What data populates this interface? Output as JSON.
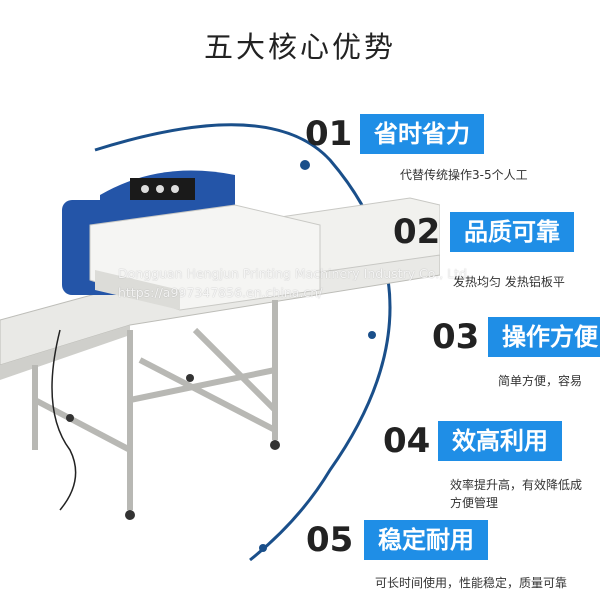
{
  "header": {
    "title": "五大核心优势"
  },
  "features": [
    {
      "number": "01",
      "title": "省时省力",
      "desc": [
        "代替传统操作3-5个人工"
      ]
    },
    {
      "number": "02",
      "title": "品质可靠",
      "desc": [
        "发热均匀  发热铝板平"
      ]
    },
    {
      "number": "03",
      "title": "操作方便",
      "desc": [
        "简单方便，容易"
      ]
    },
    {
      "number": "04",
      "title": "效高利用",
      "desc": [
        "效率提升高，有效降低成",
        "方便管理"
      ]
    },
    {
      "number": "05",
      "title": "稳定耐用",
      "desc": [
        "可长时间使用，性能稳定，质量可靠"
      ]
    }
  ],
  "watermark": {
    "line1": "Dongguan Hengjun Printing Machinery Industry Co., Ltd.",
    "line2": "https://a997347856.en.china.cn/"
  },
  "colors": {
    "accent": "#1f8ee6",
    "arc": "#1a4f8a",
    "machine_blue": "#2455a8"
  }
}
